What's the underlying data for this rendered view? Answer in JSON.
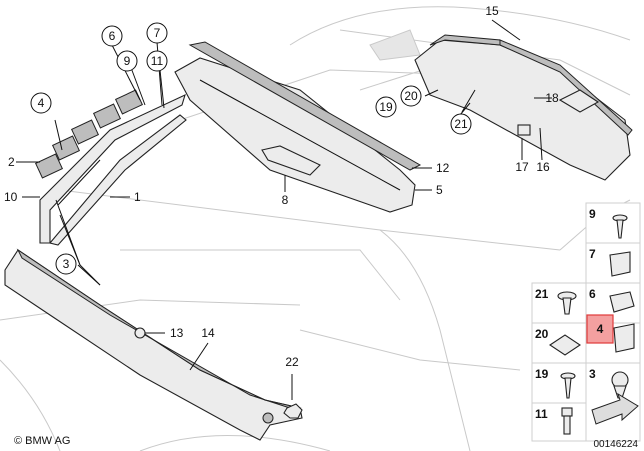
{
  "diagram": {
    "callouts": {
      "c1": "1",
      "c2": "2",
      "c3": "3",
      "c4": "4",
      "c5": "5",
      "c6": "6",
      "c7": "7",
      "c8": "8",
      "c9": "9",
      "c10": "10",
      "c11": "11",
      "c12": "12",
      "c13": "13",
      "c14": "14",
      "c15": "15",
      "c16": "16",
      "c17": "17",
      "c18": "18",
      "c19": "19",
      "c20": "20",
      "c21": "21",
      "c22": "22"
    },
    "legend": {
      "items": [
        {
          "num": "9"
        },
        {
          "num": "7"
        },
        {
          "num": "21"
        },
        {
          "num": "6"
        },
        {
          "num": "20"
        },
        {
          "num": "4",
          "highlighted": true
        },
        {
          "num": "19"
        },
        {
          "num": "3"
        },
        {
          "num": "11"
        }
      ]
    },
    "footer": {
      "brand": "© BMW AG",
      "diagram_id": "00146224"
    },
    "highlight_color": "#e03a3a"
  }
}
